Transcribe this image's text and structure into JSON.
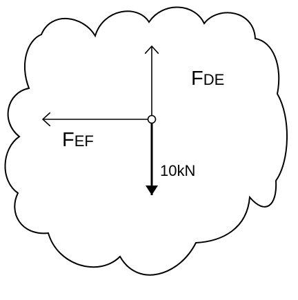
{
  "diagram": {
    "labels": {
      "force_de": {
        "main": "F",
        "sub": "DE"
      },
      "force_ef": {
        "main": "F",
        "sub": "EF"
      },
      "load": "10kN"
    },
    "colors": {
      "stroke": "#000000",
      "background": "#ffffff"
    }
  }
}
